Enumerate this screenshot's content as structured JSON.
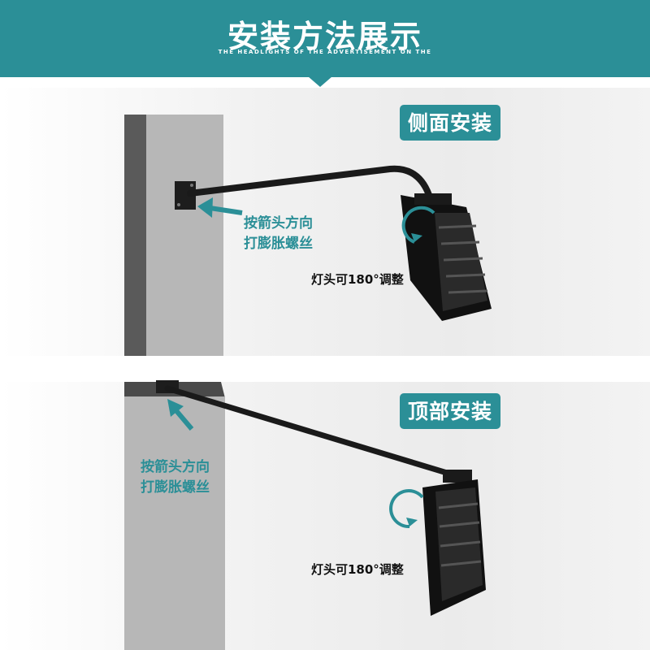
{
  "header": {
    "title": "安装方法展示",
    "subtitle": "THE HEADLIGHTS OF THE ADVERTISEMENT ON THE"
  },
  "panels": [
    {
      "tag": "侧面安装",
      "note_line1": "按箭头方向",
      "note_line2": "打膨胀螺丝",
      "rotate_label": "灯头可180°调整"
    },
    {
      "tag": "顶部安装",
      "note_line1": "按箭头方向",
      "note_line2": "打膨胀螺丝",
      "rotate_label": "灯头可180°调整"
    }
  ],
  "colors": {
    "accent": "#2b8f97",
    "wall": "#b4b4b4",
    "bracket": "#1a1a1a"
  }
}
